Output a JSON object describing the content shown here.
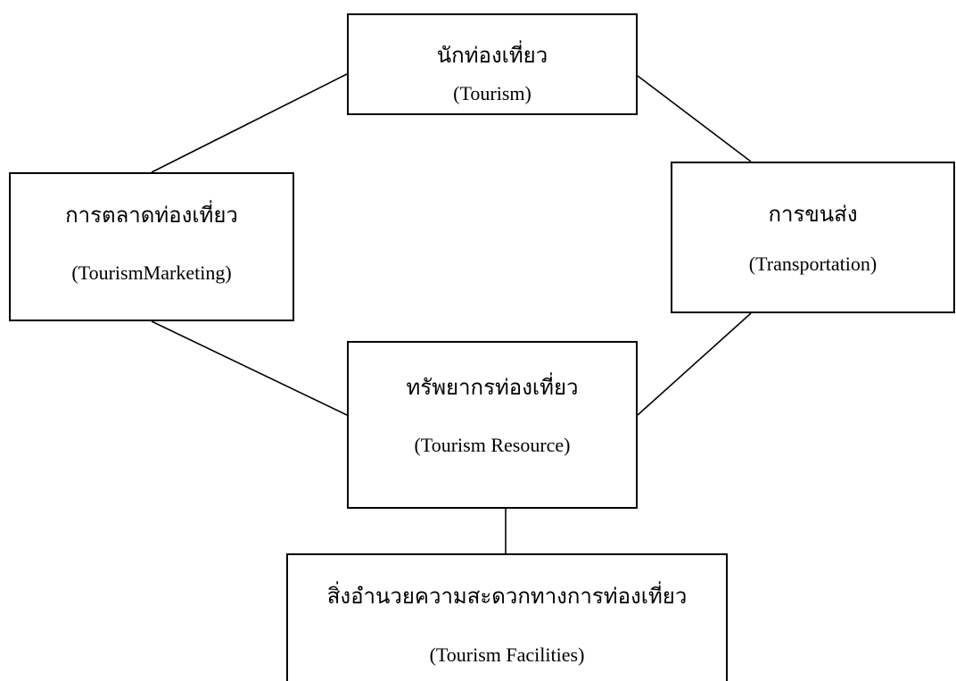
{
  "diagram": {
    "nodes": [
      {
        "id": "tourism",
        "label_th": "นักท่องเที่ยว",
        "label_en": "(Tourism)"
      },
      {
        "id": "marketing",
        "label_th": "การตลาดท่องเที่ยว",
        "label_en": "(TourismMarketing)"
      },
      {
        "id": "transport",
        "label_th": "การขนส่ง",
        "label_en": "(Transportation)"
      },
      {
        "id": "resource",
        "label_th": "ทรัพยากรท่องเที่ยว",
        "label_en": "(Tourism Resource)"
      },
      {
        "id": "facilities",
        "label_th": "สิ่งอำนวยความสะดวกทางการท่องเที่ยว",
        "label_en": "(Tourism Facilities)"
      }
    ],
    "edges": [
      {
        "from": "tourism",
        "to": "marketing"
      },
      {
        "from": "tourism",
        "to": "transport"
      },
      {
        "from": "marketing",
        "to": "resource"
      },
      {
        "from": "transport",
        "to": "resource"
      },
      {
        "from": "resource",
        "to": "facilities"
      }
    ],
    "colors": {
      "line": "#000000",
      "box_border": "#000000",
      "background": "#ffffff"
    }
  }
}
